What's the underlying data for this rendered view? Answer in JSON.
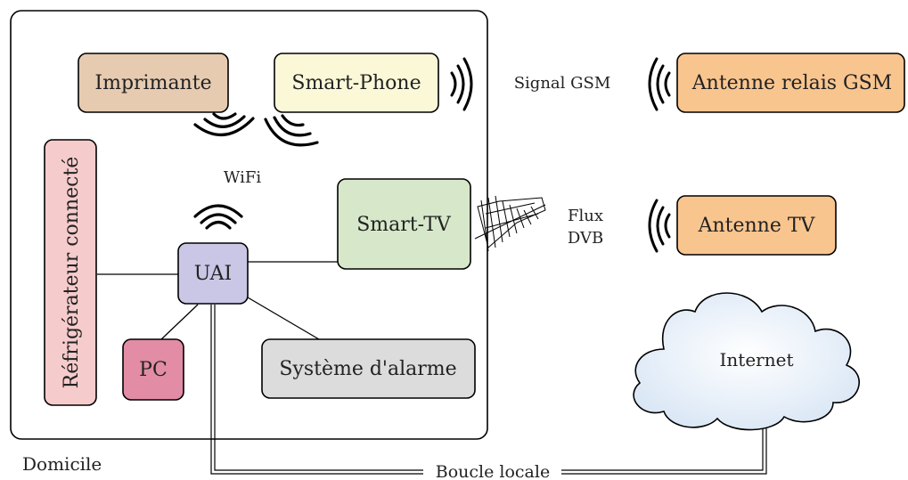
{
  "home": {
    "label": "Domicile"
  },
  "devices": {
    "printer": "Imprimante",
    "smartphone": "Smart-Phone",
    "fridge": "Réfrigérateur connecté",
    "uai": "UAI",
    "smarttv": "Smart-TV",
    "pc": "PC",
    "alarm": "Système d'alarme"
  },
  "external": {
    "gsm_antenna": "Antenne relais GSM",
    "tv_antenna": "Antenne TV",
    "internet": "Internet"
  },
  "links": {
    "wifi": "WiFi",
    "gsm_signal": "Signal GSM",
    "dvb_line1": "Flux",
    "dvb_line2": "DVB",
    "local_loop": "Boucle locale"
  },
  "colors": {
    "printer": "#e6cbb1",
    "smartphone": "#fbf8d8",
    "fridge": "#f6cbcc",
    "uai": "#c9c6e6",
    "smarttv": "#d6e8c9",
    "pc": "#e28ca5",
    "alarm": "#dcdcdc",
    "antenna": "#f9c58f",
    "cloud": "#e8f0f9"
  }
}
